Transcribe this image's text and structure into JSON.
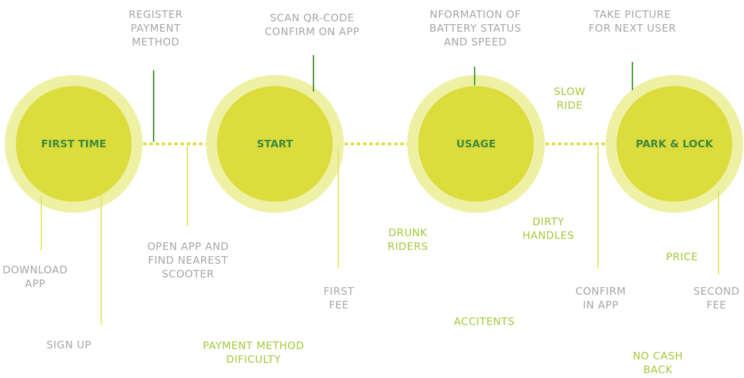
{
  "colors": {
    "outer_ring": "#eef0a4",
    "inner_circle": "#dcdc3c",
    "stage_text": "#3c8a3e",
    "dots": "#d9df3f",
    "tick_dark": "#4a9a3a",
    "tick_light": "#e1e86e",
    "touchpoint_text": "#a6a6a6",
    "pain_text": "#a4c93c"
  },
  "stages": [
    {
      "label": "FIRST TIME"
    },
    {
      "label": "START"
    },
    {
      "label": "USAGE"
    },
    {
      "label": "PARK & LOCK"
    }
  ],
  "touchpoints": [
    {
      "line1": "REGISTER",
      "line2": "PAYMENT",
      "line3": "METHOD"
    },
    {
      "line1": "SCAN QR-CODE",
      "line2": "CONFIRM ON APP"
    },
    {
      "line1": "NFORMATION OF",
      "line2": "BATTERY STATUS",
      "line3": "AND SPEED"
    },
    {
      "line1": "TAKE PICTURE",
      "line2": "FOR NEXT USER"
    },
    {
      "line1": "DOWNLOAD",
      "line2": "APP"
    },
    {
      "line1": "SIGN UP"
    },
    {
      "line1": "OPEN APP AND",
      "line2": "FIND NEAREST",
      "line3": "SCOOTER"
    },
    {
      "line1": "FIRST",
      "line2": "FEE"
    },
    {
      "line1": "CONFIRM",
      "line2": "IN APP"
    },
    {
      "line1": "SECOND",
      "line2": "FEE"
    }
  ],
  "pain_points": [
    {
      "line1": "SLOW",
      "line2": "RIDE"
    },
    {
      "line1": "DRUNK",
      "line2": "RIDERS"
    },
    {
      "line1": "DIRTY",
      "line2": "HANDLES"
    },
    {
      "line1": "PRICE"
    },
    {
      "line1": "ACCITENTS"
    },
    {
      "line1": "PAYMENT METHOD",
      "line2": "DIFICULTY"
    },
    {
      "line1": "NO CASH",
      "line2": "BACK"
    }
  ]
}
